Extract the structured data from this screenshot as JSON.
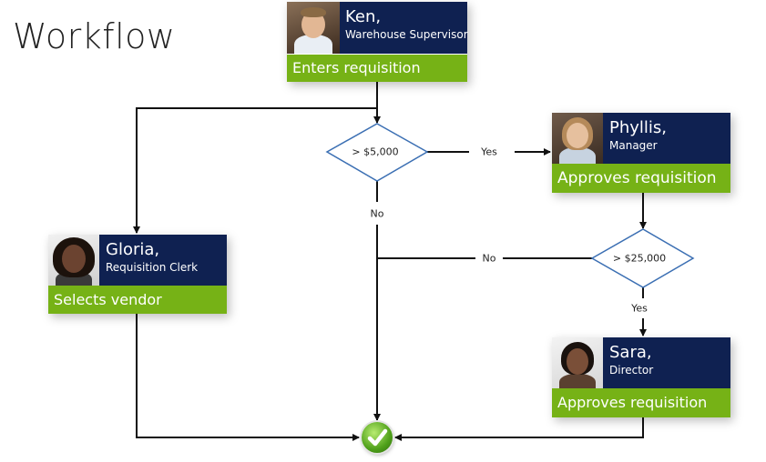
{
  "title": "Workflow",
  "people": {
    "ken": {
      "name": "Ken,",
      "role": "Warehouse Supervisor",
      "action": "Enters requisition"
    },
    "phyllis": {
      "name": "Phyllis,",
      "role": "Manager",
      "action": "Approves requisition"
    },
    "gloria": {
      "name": "Gloria,",
      "role": "Requisition Clerk",
      "action": "Selects vendor"
    },
    "sara": {
      "name": "Sara,",
      "role": "Director",
      "action": "Approves requisition"
    }
  },
  "decisions": {
    "d1": {
      "label": "> $5,000",
      "yes": "Yes",
      "no": "No"
    },
    "d2": {
      "label": "> $25,000",
      "yes": "Yes",
      "no": "No"
    }
  },
  "colors": {
    "header": "#0f2151",
    "action": "#76b216",
    "diamond_stroke": "#3b6fb3",
    "connector": "#111111",
    "complete": "#4fa01a"
  },
  "icons": {
    "complete": "checkmark-icon"
  }
}
